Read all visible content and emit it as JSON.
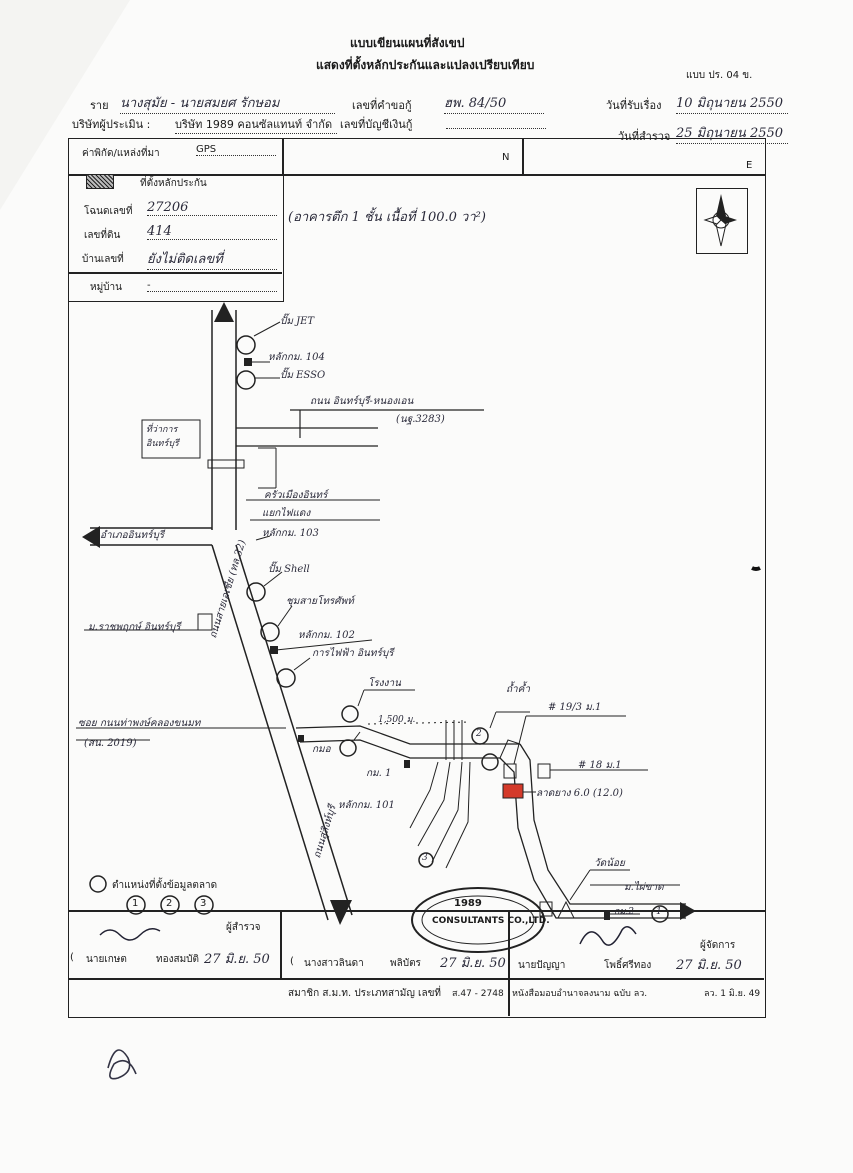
{
  "header": {
    "title_line1": "แบบเขียนแผนที่สังเขป",
    "title_line2": "แสดงที่ตั้งหลักประกันและแปลงเปรียบเทียบ",
    "form_code": "แบบ ปร. 04 ข."
  },
  "info": {
    "applicant_prefix": "ราย",
    "applicant_value": "นางสุมัย - นายสมยศ   รักษอม",
    "applicant_no_label": "เลขที่คำขอกู้",
    "applicant_no_value": "ฮพ. 84/50",
    "received_label": "วันที่รับเรื่อง",
    "received_value": "10 มิถุนายน 2550",
    "appraiser_label": "บริษัทผู้ประเมิน :",
    "appraiser_value": "บริษัท 1989 คอนซัลแทนท์ จำกัด",
    "account_label": "เลขที่บัญชีเงินกู้",
    "survey_label": "วันที่สำรวจ",
    "survey_value": "25 มิถุนายน 2550"
  },
  "coords": {
    "label": "ค่าพิกัด/แหล่งที่มา",
    "source": "GPS",
    "n_label": "N",
    "e_label": "E"
  },
  "legend": {
    "collateral_label": "ที่ตั้งหลักประกัน",
    "zone_label": "โฉนดเลขที่",
    "zone_value": "27206",
    "land_no_label": "เลขที่ดิน",
    "land_no_value": "414",
    "house_no_label": "บ้านเลขที่",
    "house_no_value": "ยังไม่ติดเลขที่",
    "village_label": "หมู่บ้าน",
    "village_value": "-",
    "building_note": "(อาคารตึก 1 ชั้น  เนื้อที่ 100.0 วา²)"
  },
  "compass": {
    "label": "N"
  },
  "map_labels": {
    "jet": "ปั๊ม JET",
    "km104": "หลักกม. 104",
    "esso": "ปั๊ม ESSO",
    "road_name": "ถนน อินทร์บุรี-หนองเอน",
    "road_code": "(นฐ.3283)",
    "post": "ที่ว่าการ อินทร์บุรี",
    "restaurant": "ครัวเมืองอินทร์",
    "traffic_light": "แยกไฟแดง",
    "km103": "หลักกม. 103",
    "district": "อำเภออินทร์บุรี",
    "shell": "ปั๊ม Shell",
    "school": "ชุมสายโทรศัพท์",
    "km102": "หลักกม. 102",
    "hospital": "ม.ราชพฤกษ์ อินทร์บุรี",
    "electric": "การไฟฟ้า อินทร์บุรี",
    "factory": "โรงงาน",
    "dist": "1,500 ม.",
    "highway_main": "ถนนสายเอเชีย (ทล.32)",
    "highway_junction": "ซอย กนนท่าพงษ์คลองขนมท",
    "highway_junction_code": "(สน. 2019)",
    "tc": "กมอ",
    "m1": "กม. 1",
    "km101": "หลักกม. 101",
    "house1": "# 19/3 ม.1",
    "house2": "# 18 ม.1",
    "rubber_land": "ลาดยาง 6.0 (12.0)",
    "temple_north": "ถ้ำค้ำ",
    "temple_small": "วัดน้อย",
    "village_moo": "ม.ไผ่ขาด",
    "m2": "กม.2",
    "road_to": "ถนนสู่สิงห์บุรี",
    "c1": "1",
    "c2": "2",
    "c3": "3"
  },
  "footer_legend": {
    "marker_label": "ตำแหน่งที่ตั้งข้อมูลตลาด",
    "m1": "1",
    "m2": "2",
    "m3": "3"
  },
  "signatures": {
    "surveyor_role": "ผู้สำรวจ",
    "surveyor_title": "นายเกษต",
    "surveyor_name": "ทองสมบัติ",
    "surveyor_date": "27 มิ.ย. 50",
    "reviewer_title": "นางสาวลินดา",
    "reviewer_name": "พลิบัตร",
    "reviewer_date": "27 มิ.ย. 50",
    "manager_role": "ผู้จัดการ",
    "manager_title": "นายปัญญา",
    "manager_name": "โพธิ์ศรีทอง",
    "manager_date": "27 มิ.ย. 50",
    "member_note": "สมาชิก ส.ม.ท. ประเภทสามัญ เลขที่",
    "member_no": "ส.47 - 2748",
    "authority_note": "หนังสือมอบอำนาจลงนาม ฉบับ ลว.",
    "authority_date": "ลว. 1 มิ.ย. 49",
    "stamp_top": "1989",
    "stamp_text": "CONSULTANTS CO.,LTD."
  }
}
